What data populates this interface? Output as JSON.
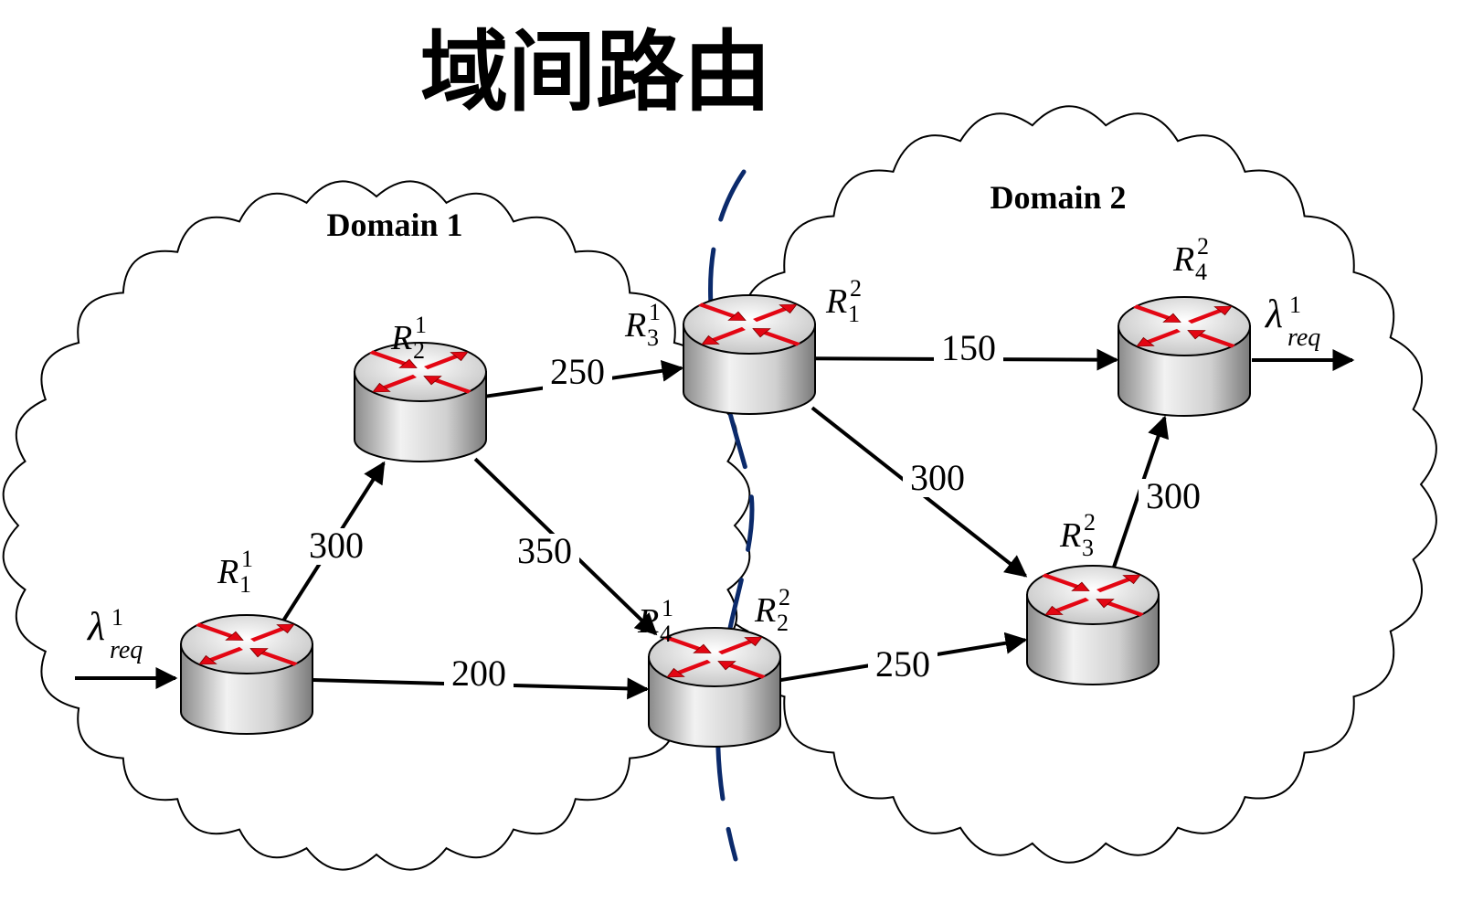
{
  "title": "域间路由",
  "domains": [
    {
      "label": "Domain 1"
    },
    {
      "label": "Domain 2"
    }
  ],
  "routers": [
    {
      "id": "r11",
      "name": "R",
      "sub": "1",
      "sup": "1"
    },
    {
      "id": "r21",
      "name": "R",
      "sub": "2",
      "sup": "1"
    },
    {
      "id": "r31",
      "name": "R",
      "sub": "3",
      "sup": "1"
    },
    {
      "id": "r41",
      "name": "R",
      "sub": "4",
      "sup": "1"
    },
    {
      "id": "r12",
      "name": "R",
      "sub": "1",
      "sup": "2"
    },
    {
      "id": "r22",
      "name": "R",
      "sub": "2",
      "sup": "2"
    },
    {
      "id": "r32",
      "name": "R",
      "sub": "3",
      "sup": "2"
    },
    {
      "id": "r42",
      "name": "R",
      "sub": "4",
      "sup": "2"
    }
  ],
  "links": [
    {
      "from": "r11",
      "to": "r21",
      "weight": "300"
    },
    {
      "from": "r11",
      "to": "r41",
      "weight": "200"
    },
    {
      "from": "r21",
      "to": "r31",
      "weight": "250"
    },
    {
      "from": "r21",
      "to": "r41",
      "weight": "350"
    },
    {
      "from": "r31",
      "to": "r42",
      "weight": "150"
    },
    {
      "from": "r31",
      "to": "r32",
      "weight": "300"
    },
    {
      "from": "r41",
      "to": "r32",
      "weight": "250"
    },
    {
      "from": "r32",
      "to": "r42",
      "weight": "300"
    }
  ],
  "request": {
    "symbol": "λ",
    "sub": "req",
    "sup": "1"
  },
  "colors": {
    "arrow": "#e30613",
    "divider": "#0b2a6b"
  }
}
